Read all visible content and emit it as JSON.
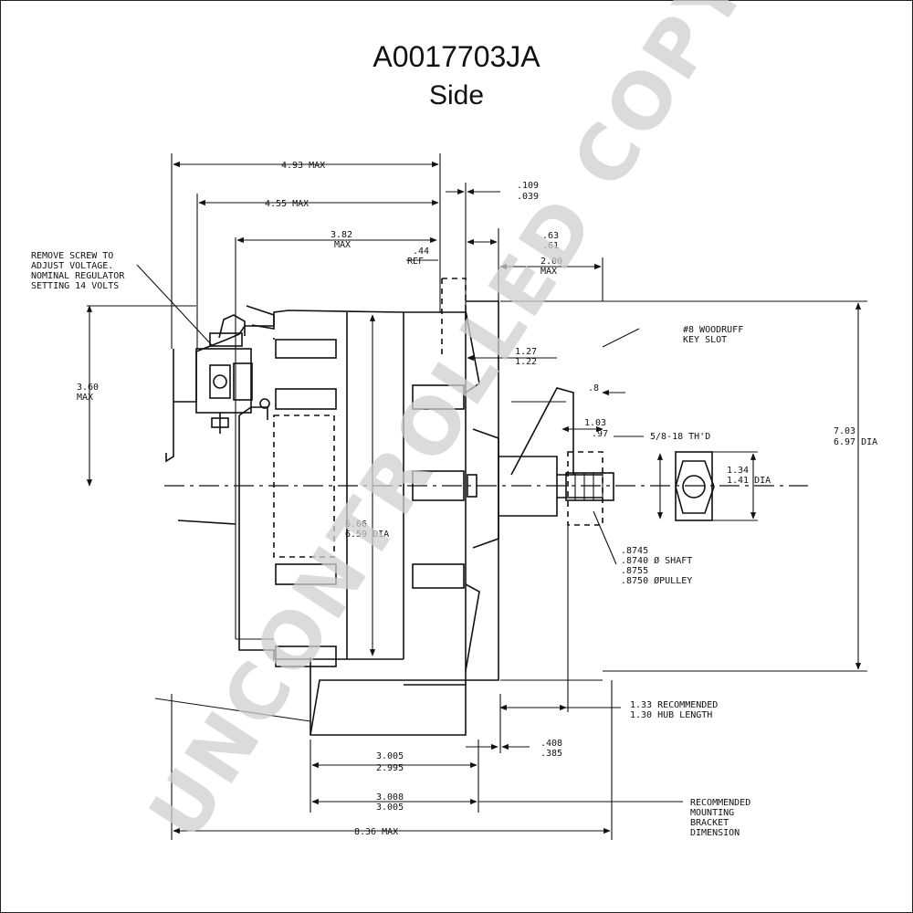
{
  "title": "A0017703JA",
  "subtitle": "Side",
  "watermark": "UNCONTROLLED COPY",
  "notes": {
    "remove_screw": [
      "REMOVE SCREW TO",
      "ADJUST VOLTAGE.",
      "NOMINAL REGULATOR",
      "SETTING 14 VOLTS"
    ],
    "woodruff": [
      "#8 WOODRUFF",
      "KEY SLOT"
    ],
    "thread": "5/8-18 TH'D",
    "bracket": [
      "RECOMMENDED",
      "MOUNTING",
      "BRACKET",
      "DIMENSION"
    ]
  },
  "dimensions": {
    "d493": "4.93 MAX",
    "d455": "4.55 MAX",
    "d382a": "3.82",
    "d382b": "MAX",
    "d44a": ".44",
    "d44b": "REF",
    "d109a": ".109",
    "d109b": ".039",
    "d63a": ".63",
    "d63b": ".61",
    "d200a": "2.00",
    "d200b": "MAX",
    "d360a": "3.60",
    "d360b": "MAX",
    "d127a": "1.27",
    "d127b": "1.22",
    "d8": ".8",
    "d103a": "1.03",
    "d103b": ".97",
    "d703a": "7.03",
    "d703b": "6.97 DIA",
    "d134a": "1.34",
    "d134b": "1.41 DIA",
    "d666a": "6.66",
    "d666b": "6.59 DIA",
    "shaft1": ".8745",
    "shaft2": ".8740 Ø SHAFT",
    "shaft3": ".8755",
    "shaft4": ".8750 ØPULLEY",
    "hub1": "1.33 RECOMMENDED",
    "hub2": "1.30 HUB LENGTH",
    "d408a": ".408",
    "d408b": ".385",
    "d3005a": "3.005",
    "d3005b": "2.995",
    "d3008a": "3.008",
    "d3008b": "3.005",
    "d836": "8.36 MAX"
  }
}
